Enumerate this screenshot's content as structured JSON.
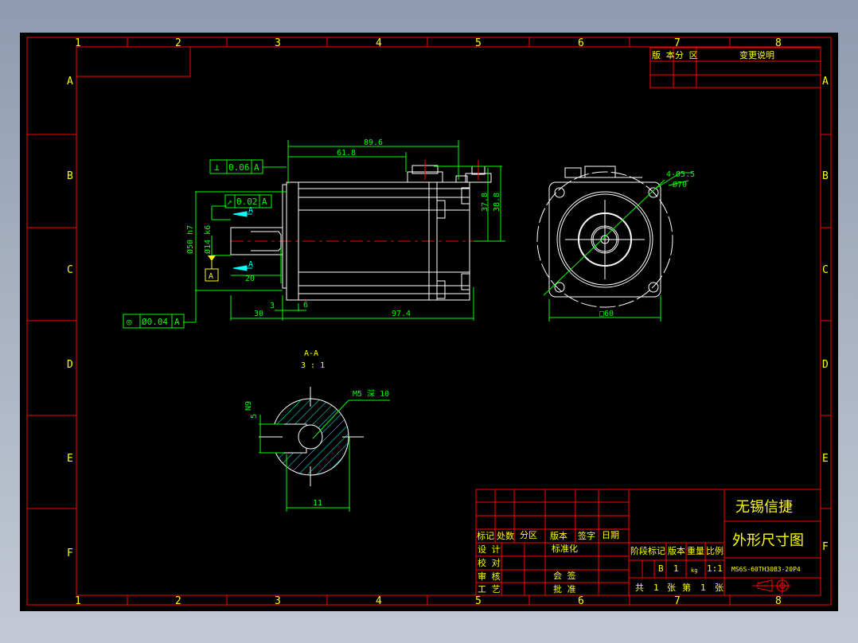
{
  "drawing": {
    "type": "CAD engineering drawing",
    "title": "外形尺寸图",
    "company": "无锡信捷",
    "part_number": "MS6S-60TH30B3-20P4"
  },
  "frame": {
    "column_labels": [
      "1",
      "2",
      "3",
      "4",
      "5",
      "6",
      "7",
      "8"
    ],
    "row_labels": [
      "A",
      "B",
      "C",
      "D",
      "E",
      "F"
    ]
  },
  "revision_table": {
    "headers": [
      "版 本",
      "分 区",
      "变更说明"
    ]
  },
  "side_view": {
    "dim_overall_top": "89.6",
    "dim_connector": "61.8",
    "dim_height_1": "37.8",
    "dim_height_2": "38.8",
    "dim_shaft_len": "30",
    "dim_flange_3": "3",
    "dim_flange_6": "6",
    "dim_body_len": "97.4",
    "dim_key_len": "20",
    "dim_pilot_dia": "Ø50 h7",
    "dim_shaft_dia": "Ø14 k6",
    "section_mark": "A",
    "datum_label": "A",
    "tol_perpendicularity": {
      "symbol": "⊥",
      "value": "0.06",
      "datum": "A"
    },
    "tol_runout": {
      "symbol": "↗",
      "value": "0.02",
      "datum": "A"
    },
    "tol_concentricity": {
      "symbol": "◎",
      "value": "Ø0.04",
      "datum": "A"
    }
  },
  "front_view": {
    "hole_callout": "4-Ø5.5",
    "pcd_callout": "Ø70",
    "square_dim": "□60"
  },
  "section_view": {
    "title": "A-A",
    "scale": "3 : 1",
    "thread_callout": "M5 深 10",
    "key_width": "5",
    "key_tol": "N9",
    "dim_width": "11"
  },
  "title_block": {
    "row_headers": [
      "标记",
      "处数",
      "分区",
      "版本",
      "签字",
      "日期"
    ],
    "design": "设 计",
    "check": "校 对",
    "review": "审 核",
    "process": "工 艺",
    "standardize": "标准化",
    "countersign": "会 签",
    "approve": "批 准",
    "stage_headers": [
      "阶段标记",
      "版本",
      "重量",
      "比例"
    ],
    "stage_value": "B",
    "version_value": "1",
    "weight_unit": "kg",
    "scale_value": "1:1",
    "sheet_info": [
      "共",
      "1",
      "张",
      "第",
      "1",
      "张"
    ],
    "company": "无锡信捷",
    "drawing_title": "外形尺寸图",
    "drawing_number": "MS6S-60TH30B3-20P4"
  },
  "colors": {
    "frame": "#ff0000",
    "text": "#ffff00",
    "dimension": "#00ff00",
    "geometry": "#ffffff",
    "centerline": "#ff0000",
    "hatch": "#00ffff"
  }
}
